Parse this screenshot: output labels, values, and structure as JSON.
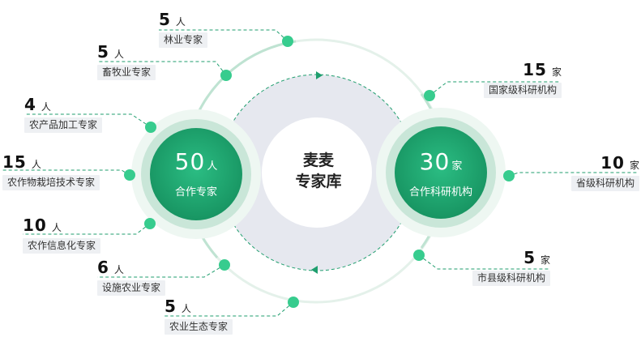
{
  "center": {
    "line1": "麦麦",
    "line2": "专家库"
  },
  "left_hub": {
    "value": "50",
    "unit": "人",
    "name": "合作专家"
  },
  "right_hub": {
    "value": "30",
    "unit": "家",
    "name": "合作科研机构"
  },
  "left_items": [
    {
      "value": "5",
      "unit": "人",
      "name": "林业专家"
    },
    {
      "value": "5",
      "unit": "人",
      "name": "畜牧业专家"
    },
    {
      "value": "4",
      "unit": "人",
      "name": "农产品加工专家"
    },
    {
      "value": "15",
      "unit": "人",
      "name": "农作物栽培技术专家"
    },
    {
      "value": "10",
      "unit": "人",
      "name": "农作信息化专家"
    },
    {
      "value": "6",
      "unit": "人",
      "name": "设施农业专家"
    },
    {
      "value": "5",
      "unit": "人",
      "name": "农业生态专家"
    }
  ],
  "right_items": [
    {
      "value": "15",
      "unit": "家",
      "name": "国家级科研机构"
    },
    {
      "value": "10",
      "unit": "家",
      "name": "省级科研机构"
    },
    {
      "value": "5",
      "unit": "家",
      "name": "市县级科研机构"
    }
  ],
  "colors": {
    "primary": "#1f9e6e",
    "light_green": "#37cc8e",
    "halo": "#d9eee4",
    "ring_line": "#cfe7dc",
    "center_disc": "#e6e8ef",
    "label_bg": "#eef0f3"
  }
}
